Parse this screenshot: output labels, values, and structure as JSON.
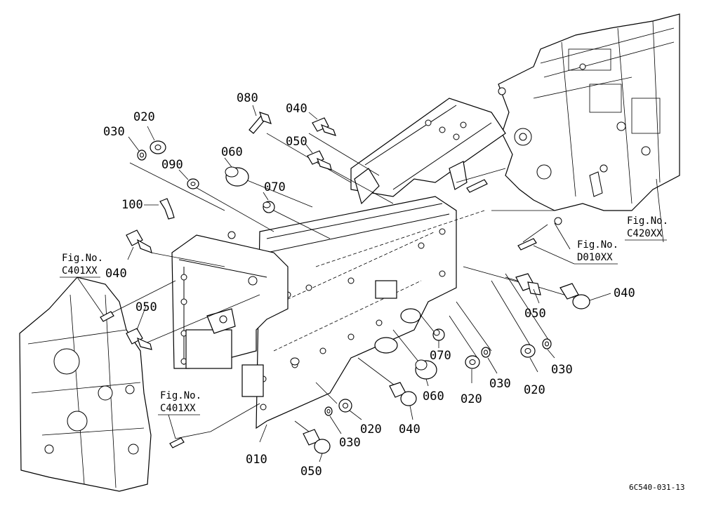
{
  "callouts": {
    "c080": "080",
    "c040_top": "040",
    "c020_top": "020",
    "c030_top": "030",
    "c050_top": "050",
    "c060_top": "060",
    "c090": "090",
    "c070_top": "070",
    "c100": "100",
    "c040_left": "040",
    "c050_left": "050",
    "c050_right": "050",
    "c040_right": "040",
    "c070_mid": "070",
    "c030_mid": "030",
    "c020_mid": "020",
    "c060_mid": "060",
    "c020_right": "020",
    "c030_right": "030",
    "c040_bottom": "040",
    "c020_bottom": "020",
    "c030_bottom": "030",
    "c050_bottom": "050",
    "c010": "010"
  },
  "figure_refs": {
    "c420_label": "Fig.No.",
    "c420_code": "C420XX",
    "d010_label": "Fig.No.",
    "d010_code": "D010XX",
    "c401_top_label": "Fig.No.",
    "c401_top_code": "C401XX",
    "c401_bottom_label": "Fig.No.",
    "c401_bottom_code": "C401XX"
  },
  "drawing_code": "6C540-031-13"
}
